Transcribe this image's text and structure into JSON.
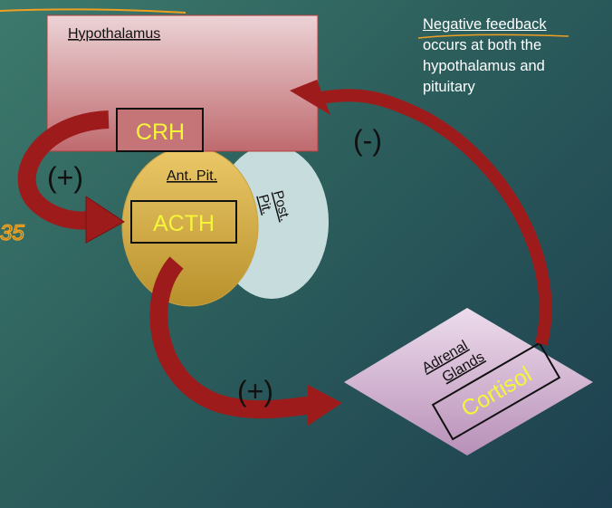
{
  "note": {
    "line1": "Negative feedback",
    "line2": "occurs at both the",
    "line3": "hypothalamus and",
    "line4": "pituitary"
  },
  "hypothalamus": {
    "label": "Hypothalamus",
    "hormone": "CRH"
  },
  "anterior_pituitary": {
    "label": "Ant. Pit.",
    "hormone": "ACTH"
  },
  "posterior_pituitary": {
    "line1": "Post.",
    "line2": "Pit."
  },
  "adrenal": {
    "line1": "Adrenal",
    "line2": "Glands",
    "hormone": "Cortisol"
  },
  "signs": {
    "crh": "(+)",
    "acth": "(+)",
    "feedback": "(-)"
  },
  "handwriting": "35",
  "colors": {
    "arrow": "#9e1b1b",
    "hormone_text": "#f5f53a",
    "annotation": "#f0a020"
  }
}
